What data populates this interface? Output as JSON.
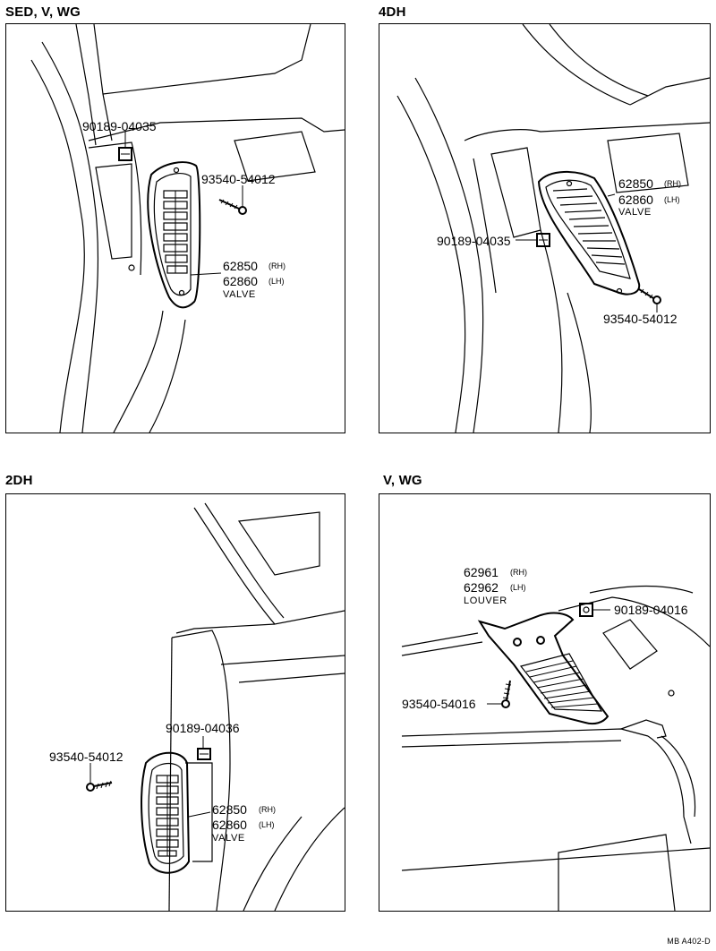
{
  "panels": [
    {
      "title": "SED, V, WG",
      "clip": "90189-04035",
      "screw": "93540-54012",
      "part_rh": "62850",
      "part_lh": "62860",
      "rh": "(RH)",
      "lh": "(LH)",
      "name": "VALVE"
    },
    {
      "title": "4DH",
      "clip": "90189-04035",
      "screw": "93540-54012",
      "part_rh": "62850",
      "part_lh": "62860",
      "rh": "(RH)",
      "lh": "(LH)",
      "name": "VALVE"
    },
    {
      "title": "2DH",
      "clip": "90189-04036",
      "screw": "93540-54012",
      "part_rh": "62850",
      "part_lh": "62860",
      "rh": "(RH)",
      "lh": "(LH)",
      "name": "VALVE"
    },
    {
      "title": "V, WG",
      "clip": "90189-04016",
      "screw": "93540-54016",
      "part_rh": "62961",
      "part_lh": "62962",
      "rh": "(RH)",
      "lh": "(LH)",
      "name": "LOUVER"
    }
  ],
  "footer": "MB  A402-D"
}
